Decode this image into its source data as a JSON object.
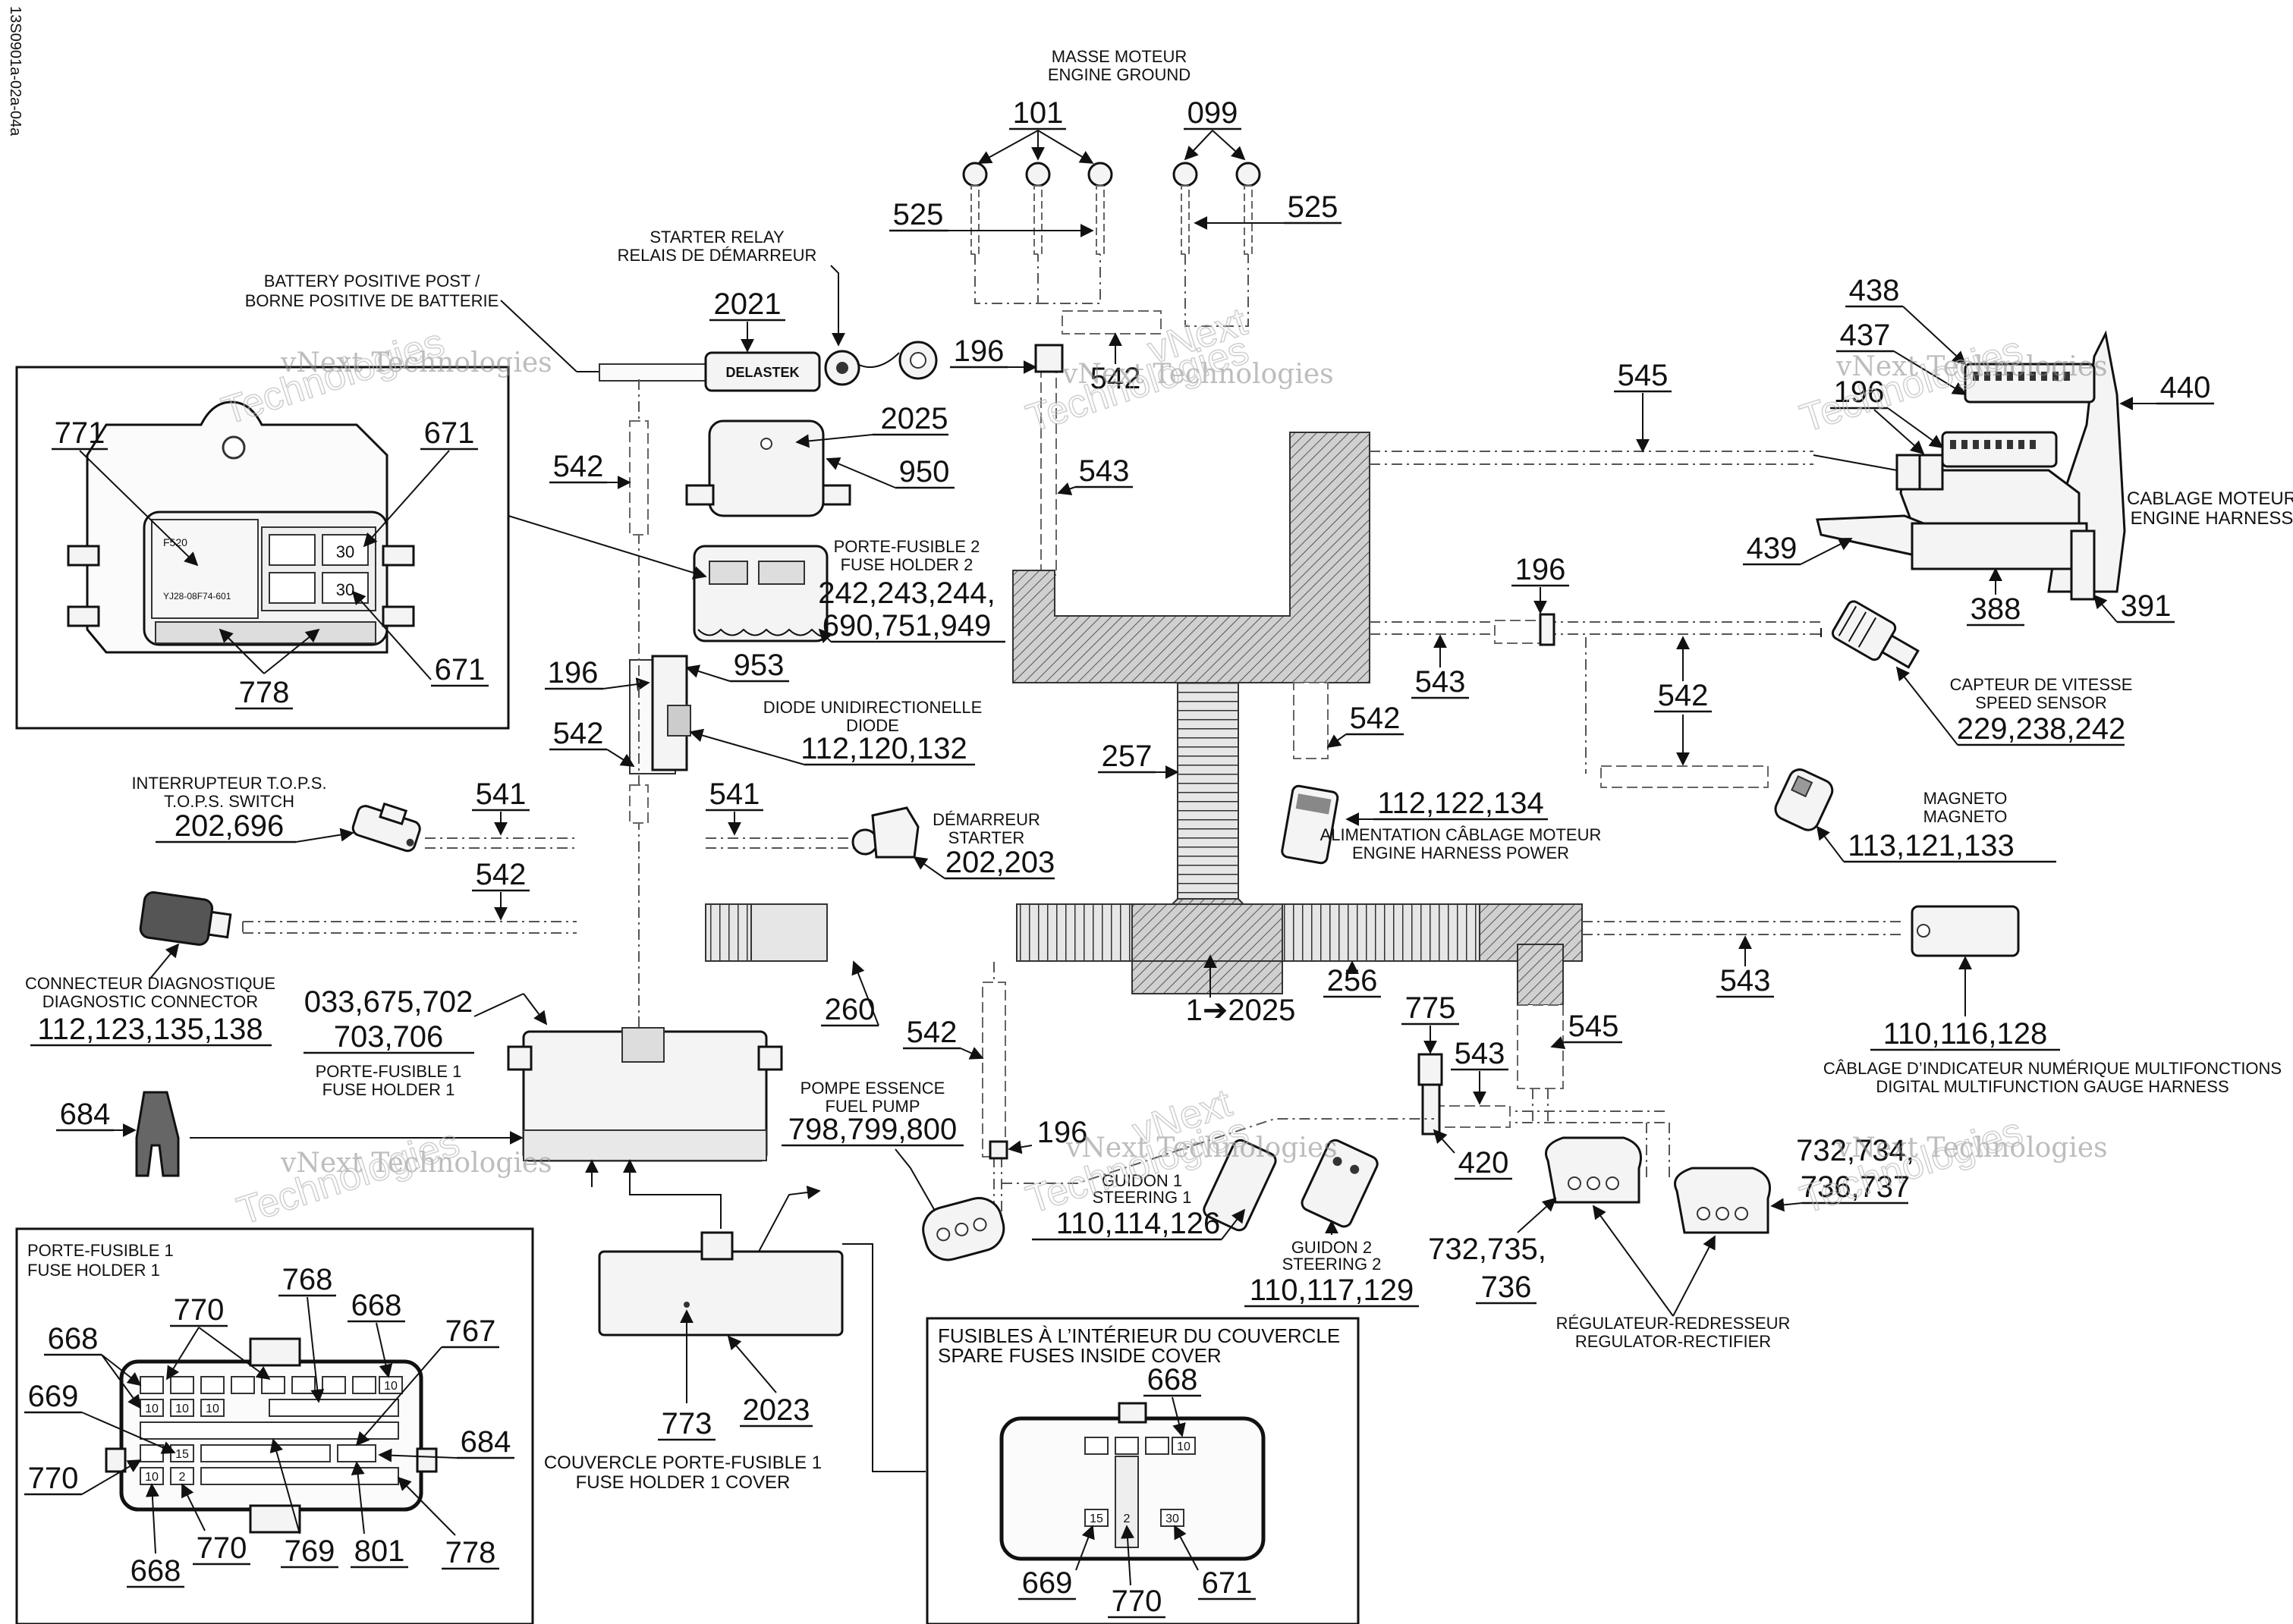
{
  "side_code": "13S0901a-02a-04a",
  "watermark": {
    "line1": "vNext Technologies",
    "line2": "vNext",
    "line3": "Technologies"
  },
  "captions": {
    "engine_ground": [
      "MASSE MOTEUR",
      "ENGINE GROUND"
    ],
    "starter_relay": [
      "STARTER RELAY",
      "RELAIS DE DÉMARREUR"
    ],
    "battery_post": [
      "BATTERY POSITIVE POST /",
      "BORNE POSITIVE DE BATTERIE"
    ],
    "delastek": "DELASTEK",
    "fuse_holder_2": [
      "PORTE-FUSIBLE 2",
      "FUSE HOLDER 2"
    ],
    "diode": [
      "DIODE UNIDIRECTIONELLE",
      "DIODE"
    ],
    "tops_switch": [
      "INTERRUPTEUR T.O.P.S.",
      "T.O.P.S. SWITCH"
    ],
    "starter": [
      "DÉMARREUR",
      "STARTER"
    ],
    "diag_connector": [
      "CONNECTEUR DIAGNOSTIQUE",
      "DIAGNOSTIC CONNECTOR"
    ],
    "fuse_holder_1": [
      "PORTE-FUSIBLE 1",
      "FUSE HOLDER 1"
    ],
    "fuse_holder_1_box": [
      "PORTE-FUSIBLE 1",
      "FUSE HOLDER 1"
    ],
    "fuel_pump": [
      "POMPE ESSENCE",
      "FUEL PUMP"
    ],
    "steering_1": [
      "GUIDON 1",
      "STEERING 1"
    ],
    "steering_2": [
      "GUIDON 2",
      "STEERING 2"
    ],
    "fuse_cover": [
      "COUVERCLE PORTE-FUSIBLE 1",
      "FUSE HOLDER 1 COVER"
    ],
    "spare_fuses": [
      "FUSIBLES À L’INTÉRIEUR DU COUVERCLE",
      "SPARE FUSES INSIDE COVER"
    ],
    "engine_harness": [
      "CABLAGE MOTEUR",
      "ENGINE HARNESS"
    ],
    "speed_sensor": [
      "CAPTEUR DE VITESSE",
      "SPEED SENSOR"
    ],
    "engine_harness_power": [
      "ALIMENTATION CÂBLAGE MOTEUR",
      "ENGINE HARNESS POWER"
    ],
    "magneto": [
      "MAGNETO",
      "MAGNETO"
    ],
    "gauge_harness": [
      "CÂBLAGE D’INDICATEUR NUMÉRIQUE MULTIFONCTIONS",
      "DIGITAL MULTIFUNCTION GAUGE HARNESS"
    ],
    "regulator": [
      "RÉGULATEUR-REDRESSEUR",
      "REGULATOR-RECTIFIER"
    ]
  },
  "callouts": {
    "c101": "101",
    "c099": "099",
    "c525a": "525",
    "c525b": "525",
    "c2021": "2021",
    "c196a": "196",
    "c542a": "542",
    "c2025": "2025",
    "c950": "950",
    "c542b": "542",
    "c543a": "543",
    "c545a": "545",
    "c438": "438",
    "c437": "437",
    "c196b": "196",
    "c440": "440",
    "c439": "439",
    "c388": "388",
    "c391": "391",
    "c196c": "196",
    "c543b": "543",
    "c542c": "542",
    "c542d": "542",
    "c771": "771",
    "c671a": "671",
    "c671b": "671",
    "c778a": "778",
    "fh2_nums": [
      "242,243,244,",
      "690,751,949"
    ],
    "c196d": "196",
    "c953": "953",
    "c542e": "542",
    "diode_nums": "112,120,132",
    "c257": "257",
    "power_nums": "112,122,134",
    "speed_nums": "229,238,242",
    "magneto_nums": "113,121,133",
    "tops_nums": "202,696",
    "c541a": "541",
    "c541b": "541",
    "starter_nums": "202,203",
    "c542f": "542",
    "diag_nums": "112,123,135,138",
    "c260": "260",
    "c1to2025": "1➔2025",
    "c256": "256",
    "c543c": "543",
    "fh1_nums": [
      "033,675,702",
      "703,706"
    ],
    "c542g": "542",
    "c775": "775",
    "c545b": "545",
    "c543d": "543",
    "gauge_nums": "110,116,128",
    "c684a": "684",
    "pump_nums": "798,799,800",
    "c196e": "196",
    "steer1_nums": "110,114,126",
    "c420": "420",
    "steer2_nums": "110,117,129",
    "reg_nums_a": [
      "732,735,",
      "736"
    ],
    "reg_nums_b": [
      "732,734,",
      "736,737"
    ],
    "c773": "773",
    "c2023": "2023",
    "c768": "768",
    "c770a": "770",
    "c668a": "668",
    "c668b": "668",
    "c669a": "669",
    "c767": "767",
    "c684b": "684",
    "c770b": "770",
    "c668c": "668",
    "c770c": "770",
    "c769": "769",
    "c801": "801",
    "c778b": "778",
    "c668d": "668",
    "c669b": "669",
    "c770d": "770",
    "c671c": "671"
  },
  "fuse_labels": {
    "f10": "10",
    "f30": "30",
    "f15": "15",
    "f2": "2"
  }
}
